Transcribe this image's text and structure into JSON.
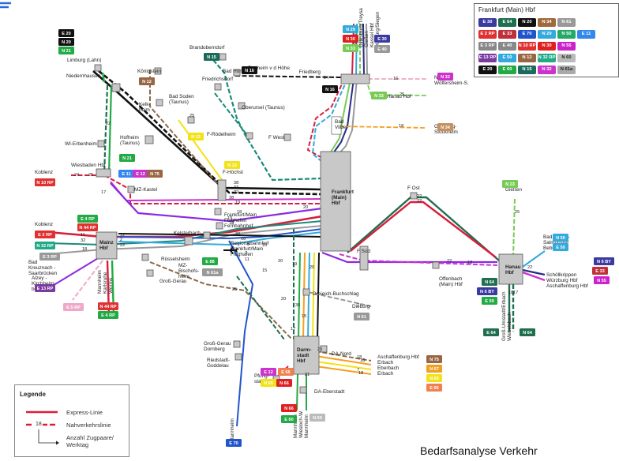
{
  "summary_box": {
    "title": "Frankfurt (Main) Hbf",
    "chips": [
      {
        "t": "E 30",
        "c": "#3a3aa0"
      },
      {
        "t": "E 64",
        "c": "#1f6f4f"
      },
      {
        "t": "N 20",
        "c": "#111111"
      },
      {
        "t": "N 34",
        "c": "#a06a3a"
      },
      {
        "t": "N 61",
        "c": "#999999"
      },
      {
        "t": "E 2 RP",
        "c": "#e03030"
      },
      {
        "t": "E 33",
        "c": "#c0303a"
      },
      {
        "t": "E 70",
        "c": "#2255cc"
      },
      {
        "t": "N 29",
        "c": "#33aadd"
      },
      {
        "t": "N 50",
        "c": "#22aa66"
      },
      {
        "t": "E 11",
        "c": "#3388ee"
      },
      {
        "t": "E 3 RP",
        "c": "#888888"
      },
      {
        "t": "E 40",
        "c": "#888888"
      },
      {
        "t": "N 10 RP",
        "c": "#e03030"
      },
      {
        "t": "N 30",
        "c": "#e02020"
      },
      {
        "t": "N 55",
        "c": "#cc22cc"
      },
      {
        "t": "E 13 RP",
        "c": "#7a3aa0"
      },
      {
        "t": "E 50",
        "c": "#33aadd"
      },
      {
        "t": "N 12",
        "c": "#996644"
      },
      {
        "t": "N 32 RP",
        "c": "#22aa88"
      },
      {
        "t": "N 60",
        "c": "#bbbbbb"
      },
      {
        "t": "E 20",
        "c": "#111111"
      },
      {
        "t": "E 60",
        "c": "#22aa44"
      },
      {
        "t": "N 15",
        "c": "#1a6b5a"
      },
      {
        "t": "N 32",
        "c": "#cc33cc"
      },
      {
        "t": "N 61a",
        "c": "#aaaaaa"
      }
    ]
  },
  "nodes": [
    {
      "id": "limburg",
      "label": "Limburg (Lahn)"
    },
    {
      "id": "niedernhausen",
      "label": "Niedernhausen"
    },
    {
      "id": "wi_erbenheim",
      "label": "WI-Erbenheim"
    },
    {
      "id": "koenigstein",
      "label": "Königstein"
    },
    {
      "id": "kelkheim",
      "label": "Kelk-\nheim"
    },
    {
      "id": "bad_soden",
      "label": "Bad Soden\n(Taunus)"
    },
    {
      "id": "hofheim",
      "label": "Hofheim\n(Taunus)"
    },
    {
      "id": "brandoberndorf",
      "label": "Brandoberndorf"
    },
    {
      "id": "friedrichsdorf",
      "label": "Friedrichsdorf"
    },
    {
      "id": "bad_homburg",
      "label": "Bad Homburg"
    },
    {
      "id": "oberursel",
      "label": "Oberursel (Taunus)"
    },
    {
      "id": "f_roedelheim",
      "label": "F-Rödelheim"
    },
    {
      "id": "f_hoechst",
      "label": "F-Höchst"
    },
    {
      "id": "f_west",
      "label": "F West"
    },
    {
      "id": "friedberg",
      "label": "Friedberg"
    },
    {
      "id": "rodheim",
      "label": "Rodheim v d Höhe"
    },
    {
      "id": "bad_vilbel",
      "label": "Bad\nVilbel"
    },
    {
      "id": "wiesbaden",
      "label": "Wiesbaden Hbf"
    },
    {
      "id": "mz_kastel",
      "label": "MZ-Kastel"
    },
    {
      "id": "ffm_hbf",
      "label": "Frankfurt\n(Main)\nHbf"
    },
    {
      "id": "fra_fern",
      "label": "Frankfurt/Main\nFlughafen\nFernbahnhof"
    },
    {
      "id": "fra_regio",
      "label": "Regionalbahnhof\nFrankfurt/Main\nFlughafen"
    },
    {
      "id": "kelsterbach",
      "label": "Kelsterbach"
    },
    {
      "id": "ruesselsheim",
      "label": "Rüsselsheim"
    },
    {
      "id": "mz_bischofsheim",
      "label": "MZ-\nBischofs-\nheim"
    },
    {
      "id": "mainz",
      "label": "Mainz\nHbf"
    },
    {
      "id": "gross_gerau",
      "label": "Groß-Gerau"
    },
    {
      "id": "gg_dornberg",
      "label": "Groß-Gerau\nDornberg"
    },
    {
      "id": "riedstadt",
      "label": "Riedstadt-\nGoddelau"
    },
    {
      "id": "f_sued",
      "label": "F Süd"
    },
    {
      "id": "f_ost",
      "label": "F Ost"
    },
    {
      "id": "offenbach",
      "label": "Offenbach\n(Main) Hbf"
    },
    {
      "id": "hanau",
      "label": "Hanau\nHbf"
    },
    {
      "id": "dreieich",
      "label": "Dreieich-Buchschlag"
    },
    {
      "id": "darmstadt",
      "label": "Darm-\nstadt\nHbf"
    },
    {
      "id": "da_nord",
      "label": "DA-Nord"
    },
    {
      "id": "da_eberstadt",
      "label": "DA-Eberstadt"
    },
    {
      "id": "pfungstadt",
      "label": "Pfung-\nstadt"
    }
  ],
  "destinations": [
    {
      "label": "Koblenz"
    },
    {
      "label": "Koblenz"
    },
    {
      "label": "Bad\nKreuznach -\nSaarbrücken"
    },
    {
      "label": "Alzey -\nKirchheim-\nbolanden"
    },
    {
      "label": "Mannheim\nKarlsruhe\nWorms"
    },
    {
      "label": "Nidda/\nWölfersheim-S."
    },
    {
      "label": "Hanau Hbf"
    },
    {
      "label": "Glauburg-\nStockheim"
    },
    {
      "label": "Gießen"
    },
    {
      "label": "Bad Soden-\nSalmünster\nBebra"
    },
    {
      "label": "Schöllkrippen\nWürzburg Hbf\nAschaffenburg Hbf"
    },
    {
      "label": "Groß-Umstadt/Erbach\nWiebelsbach"
    },
    {
      "label": "Aschaffenburg Hbf\nErbach\nEberbach\nErbach"
    },
    {
      "label": "Dieburg"
    },
    {
      "label": "Mannheim"
    },
    {
      "label": "Mannheim\nWiesloch-W.\nMannheim"
    },
    {
      "label": "Gießen\nDillenburg/Treysa\nGießen\nKassel Hbf\nMarburg/Siegen"
    }
  ],
  "badges": [
    {
      "t": "E 20",
      "c": "#111111"
    },
    {
      "t": "N 20",
      "c": "#111111"
    },
    {
      "t": "N 21",
      "c": "#22aa44"
    },
    {
      "t": "N 12",
      "c": "#996644"
    },
    {
      "t": "N 13",
      "c": "#f2e21a"
    },
    {
      "t": "N 15",
      "c": "#1a6b5a"
    },
    {
      "t": "N 16",
      "c": "#111111"
    },
    {
      "t": "N 29",
      "c": "#33aadd"
    },
    {
      "t": "N 30",
      "c": "#e02020"
    },
    {
      "t": "N 33",
      "c": "#77cc55"
    },
    {
      "t": "E 30",
      "c": "#3a3aa0"
    },
    {
      "t": "E 40",
      "c": "#999999"
    },
    {
      "t": "N 16",
      "c": "#111111"
    },
    {
      "t": "N 32",
      "c": "#cc33cc"
    },
    {
      "t": "N 33",
      "c": "#77cc55"
    },
    {
      "t": "N 34",
      "c": "#c89060"
    },
    {
      "t": "N 21",
      "c": "#22aa44"
    },
    {
      "t": "E 11",
      "c": "#3388ee"
    },
    {
      "t": "E 12",
      "c": "#cc33cc"
    },
    {
      "t": "N 75",
      "c": "#996644"
    },
    {
      "t": "N 10 RP",
      "c": "#e03030"
    },
    {
      "t": "N 13",
      "c": "#f2e21a"
    },
    {
      "t": "E 4 RP",
      "c": "#22aa44"
    },
    {
      "t": "N 44 RP",
      "c": "#e03030"
    },
    {
      "t": "E 2 RP",
      "c": "#e03030"
    },
    {
      "t": "N 32 RP",
      "c": "#22aa88"
    },
    {
      "t": "E 3 RP",
      "c": "#999999"
    },
    {
      "t": "E 13 RP",
      "c": "#7a3aa0"
    },
    {
      "t": "E 5 RP",
      "c": "#f0a8c8"
    },
    {
      "t": "N 44 RP",
      "c": "#e03030"
    },
    {
      "t": "E 4 RP",
      "c": "#22aa44"
    },
    {
      "t": "E 88",
      "c": "#22aa44"
    },
    {
      "t": "N 61a",
      "c": "#999999"
    },
    {
      "t": "N 61",
      "c": "#999999"
    },
    {
      "t": "E 12",
      "c": "#cc33cc"
    },
    {
      "t": "E 66",
      "c": "#f08050"
    },
    {
      "t": "N 65",
      "c": "#f2e21a"
    },
    {
      "t": "N 66",
      "c": "#e02020"
    },
    {
      "t": "N 66",
      "c": "#e02020"
    },
    {
      "t": "E 60",
      "c": "#22aa44"
    },
    {
      "t": "N 60",
      "c": "#bbbbbb"
    },
    {
      "t": "E 70",
      "c": "#2255cc"
    },
    {
      "t": "N 75",
      "c": "#996644"
    },
    {
      "t": "N 67",
      "c": "#f0a020"
    },
    {
      "t": "N 65",
      "c": "#f2e21a"
    },
    {
      "t": "E 66",
      "c": "#f08050"
    },
    {
      "t": "N 33",
      "c": "#77cc55"
    },
    {
      "t": "N 50",
      "c": "#33aadd"
    },
    {
      "t": "E 50",
      "c": "#33aadd"
    },
    {
      "t": "N 64",
      "c": "#1f6f4f"
    },
    {
      "t": "N 6 BY",
      "c": "#3a3aa0"
    },
    {
      "t": "E 59",
      "c": "#22aa44"
    },
    {
      "t": "N 6 BY",
      "c": "#3a3aa0"
    },
    {
      "t": "E 33",
      "c": "#c0303a"
    },
    {
      "t": "N 55",
      "c": "#cc22cc"
    },
    {
      "t": "E 64",
      "c": "#1f6f4f"
    },
    {
      "t": "N 64",
      "c": "#1f6f4f"
    }
  ],
  "counts": [
    "24",
    "22",
    "25",
    "38",
    "33",
    "22",
    "24",
    "16",
    "25",
    "18",
    "25",
    "17",
    "38",
    "19",
    "20",
    "18",
    "19",
    "18",
    "11",
    "32",
    "18",
    "12",
    "2",
    "22",
    "20",
    "16",
    "7",
    "5",
    "11",
    "16",
    "25",
    "20",
    "19",
    "20",
    "17",
    "36",
    "7",
    "25",
    "18",
    "18",
    "7",
    "18",
    "15",
    "21",
    "22",
    "22",
    "18",
    "25",
    "22",
    "22",
    "18",
    "17",
    "20",
    "15"
  ],
  "legend": {
    "title": "Legende",
    "express": "Express-Linie",
    "nahverkehr": "Nahverkehrslinie",
    "sample_count": "18",
    "count_desc": "Anzahl Zugpaare/\nWerktag"
  },
  "caption": "Bedarfsanalyse Verkehr",
  "colors": {
    "express": "#d81e3c",
    "station_fill": "#c8c8c8",
    "station_stroke": "#555555"
  }
}
